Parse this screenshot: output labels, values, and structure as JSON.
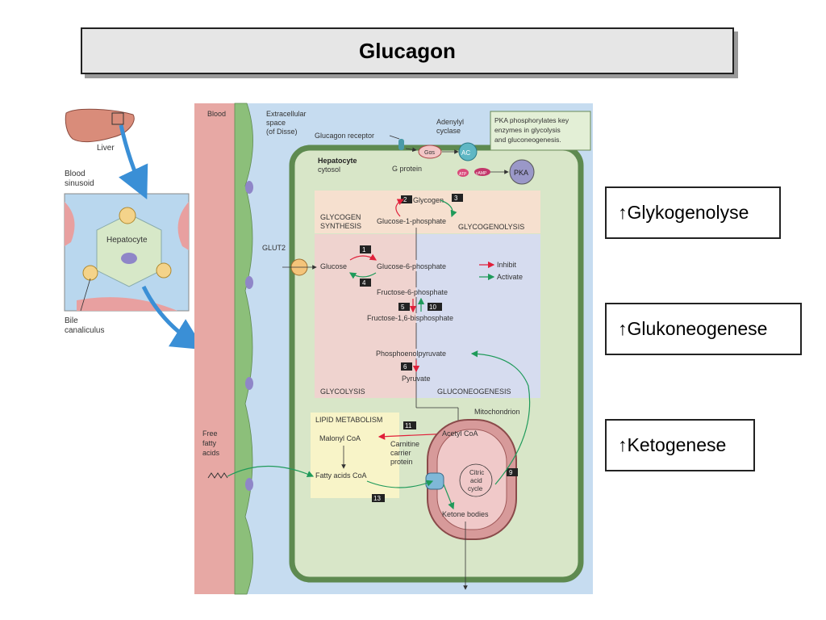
{
  "title": "Glucagon",
  "effects": [
    "↑Glykogenolyse",
    "↑Glukoneogenese",
    "↑Ketogenese"
  ],
  "inset": {
    "liver": "Liver",
    "blood_sinusoid": [
      "Blood",
      "sinusoid"
    ],
    "hepatocyte": "Hepatocyte",
    "bile_canaliculus": [
      "Bile",
      "canaliculus"
    ]
  },
  "diagram": {
    "blood": "Blood",
    "extracellular": [
      "Extracellular",
      "space",
      "(of Disse)"
    ],
    "glucagon_receptor": "Glucagon receptor",
    "adenylyl_cyclase": [
      "Adenylyl",
      "cyclase"
    ],
    "pka_note": [
      "PKA phosphorylates key",
      "enzymes in glycolysis",
      "and gluconeogenesis."
    ],
    "hepatocyte_cytosol": [
      "Hepatocyte",
      "cytosol"
    ],
    "g_protein": "G protein",
    "gs": "Gαs",
    "ac": "AC",
    "atp": "ATP",
    "camp": "cAMP",
    "pka": "PKA",
    "glycogen": "Glycogen",
    "glucose_1_phosphate": "Glucose-1-phosphate",
    "glycogen_synthesis": [
      "GLYCOGEN",
      "SYNTHESIS"
    ],
    "glycogenolysis": "GLYCOGENOLYSIS",
    "glut2": "GLUT2",
    "glucose": "Glucose",
    "glucose_6_phosphate": "Glucose-6-phosphate",
    "fructose_6_phosphate": "Fructose-6-phosphate",
    "fructose_16_bisphosphate": "Fructose-1,6-bisphosphate",
    "phosphoenolpyruvate": "Phosphoenolpyruvate",
    "pyruvate": "Pyruvate",
    "glycolysis": "GLYCOLYSIS",
    "gluconeogenesis": "GLUCONEOGENESIS",
    "legend_inhibit": "Inhibit",
    "legend_activate": "Activate",
    "lipid_metabolism": "LIPID METABOLISM",
    "mitochondrion": "Mitochondrion",
    "malonyl_coa": "Malonyl CoA",
    "acetyl_coa": "Acetyl CoA",
    "carnitine": [
      "Carnitine",
      "carrier",
      "protein"
    ],
    "fatty_acids_coa": "Fatty acids CoA",
    "citric_acid_cycle": [
      "Citric",
      "acid",
      "cycle"
    ],
    "ketone_bodies": "Ketone bodies",
    "free_fatty_acids": [
      "Free",
      "fatty",
      "acids"
    ],
    "step_numbers": [
      "2",
      "3",
      "1",
      "4",
      "5",
      "10",
      "6",
      "11",
      "9",
      "13"
    ]
  },
  "colors": {
    "inhibit": "#e0203a",
    "activate": "#1f9a5a"
  }
}
